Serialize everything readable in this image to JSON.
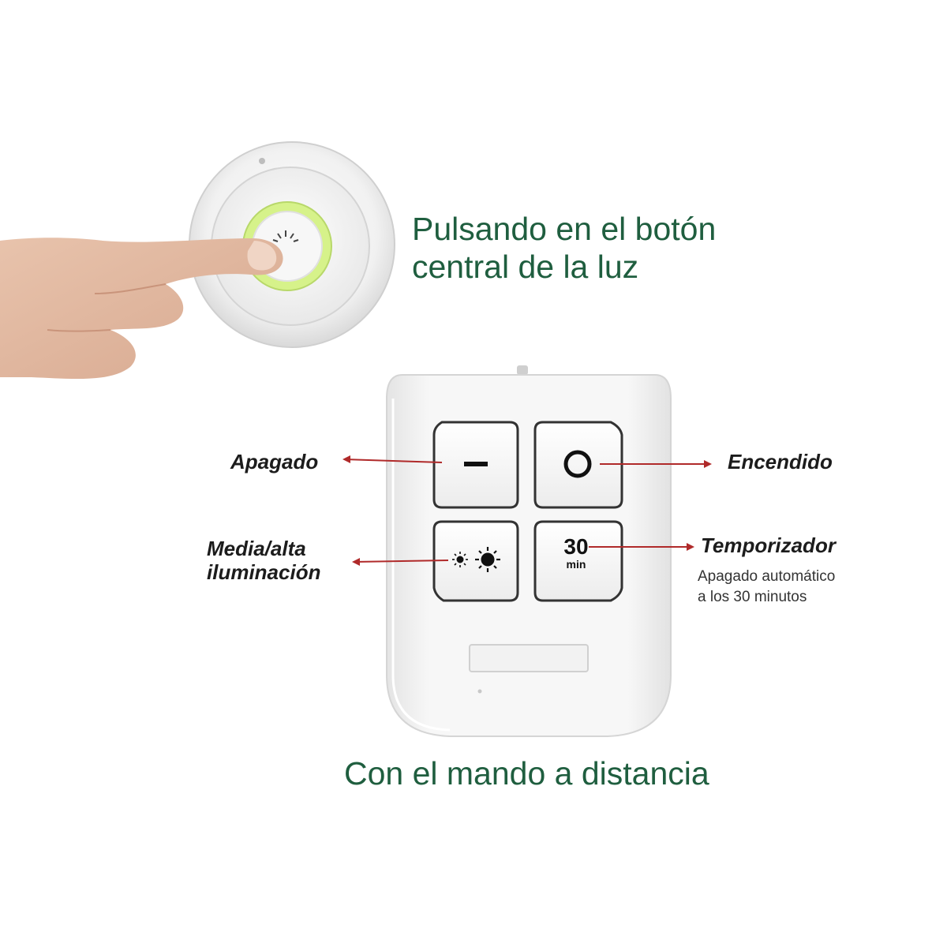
{
  "headline_top": {
    "line1": "Pulsando en el botón",
    "line2": "central de la luz"
  },
  "headline_bottom": "Con el mando a distancia",
  "labels": {
    "off": "Apagado",
    "on": "Encendido",
    "brightness_line1": "Media/alta",
    "brightness_line2": "iluminación",
    "timer": "Temporizador",
    "timer_desc_line1": "Apagado automático",
    "timer_desc_line2": "a los 30 minutos"
  },
  "remote": {
    "timer_number": "30",
    "timer_unit": "min",
    "off_icon": "minus-icon",
    "on_icon": "ring-icon",
    "brightness_icon": "sun-brightness-icon"
  },
  "colors": {
    "headline": "#1f5e3f",
    "arrow": "#b02a2a",
    "led_ring": "#d6f28a"
  }
}
